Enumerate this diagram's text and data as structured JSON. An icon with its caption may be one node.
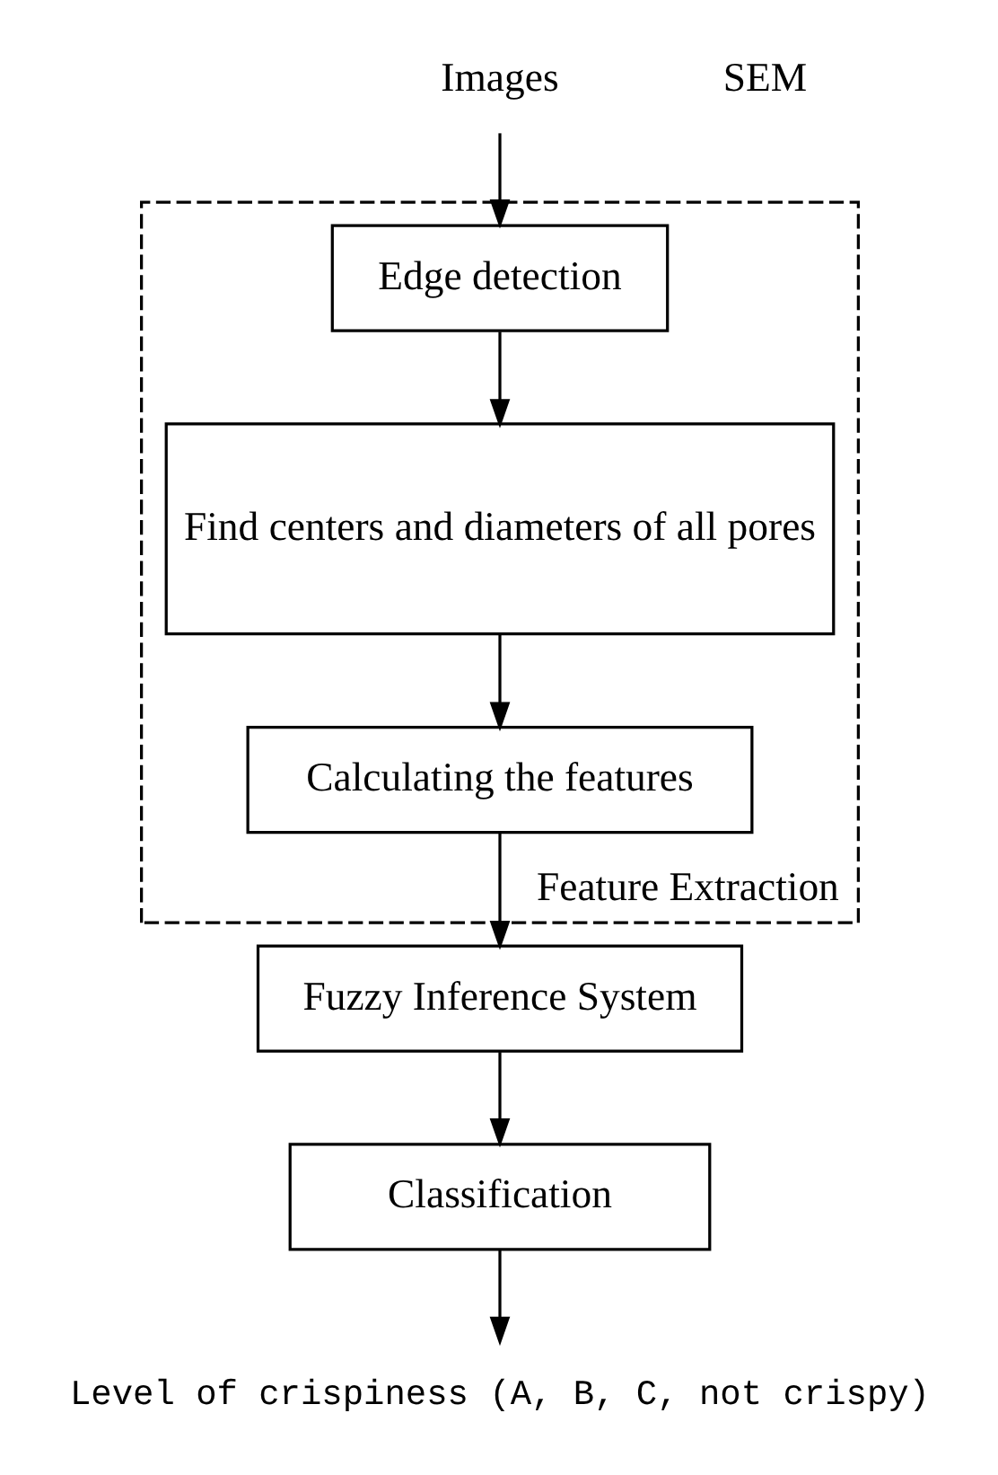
{
  "diagram": {
    "nodes": [
      {
        "text": [
          "Images"
        ]
      },
      {
        "text": [
          "Feature Extraction"
        ]
      },
      {
        "text": [
          "Edge detection"
        ],
        "in": 1
      },
      {
        "text": [
          "Find centers and diameters of all pores"
        ],
        "in": 1
      },
      {
        "text": [
          "Calculating the features"
        ],
        "in": 1
      },
      {
        "text": [
          "Fuzzy Inference System"
        ]
      },
      {
        "text": [
          "Classification"
        ]
      },
      {
        "text": [
          "Level of crispiness (A, B, C, not crispy)"
        ]
      }
    ],
    "edges": [
      {
        "from": 0,
        "to": 2,
        "arrow": "to"
      },
      {
        "from": 2,
        "to": 3,
        "arrow": "to"
      },
      {
        "from": 3,
        "to": 4,
        "arrow": "to"
      },
      {
        "from": 4,
        "to": 5,
        "arrow": "to"
      },
      {
        "from": 5,
        "to": 6,
        "arrow": "to"
      },
      {
        "from": 6,
        "to": 7,
        "arrow": "to"
      }
    ],
    "labels": [
      "SEM"
    ]
  }
}
